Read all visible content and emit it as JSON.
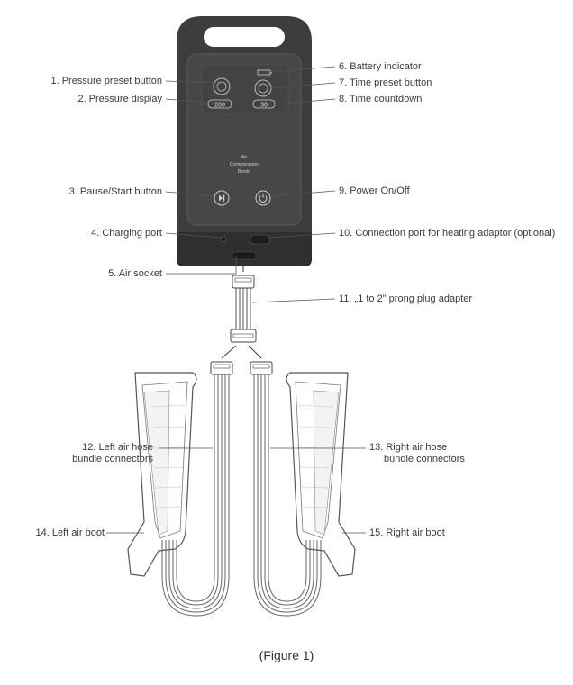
{
  "device": {
    "screen_title_lines": [
      "Air",
      "Compression",
      "Boots"
    ],
    "pressure_value": "200",
    "time_value": "30"
  },
  "labels": {
    "l1": "1. Pressure preset button",
    "l2": "2. Pressure display",
    "l3": "3. Pause/Start button",
    "l4": "4. Charging port",
    "l5": "5. Air socket",
    "l6": "6. Battery indicator",
    "l7": "7. Time preset button",
    "l8": "8. Time countdown",
    "l9": "9. Power On/Off",
    "l10": "10. Connection port for heating adaptor (optional)",
    "l11": "11. „1 to 2\" prong plug adapter",
    "l12_line1": "12. Left air hose",
    "l12_line2": "bundle connectors",
    "l13_line1": "13. Right air hose",
    "l13_line2": "bundle connectors",
    "l14": "14. Left air boot",
    "l15": "15. Right air boot"
  },
  "caption": "(Figure 1)",
  "colors": {
    "device_body": "#3b3b3b",
    "device_panel": "#4a4a4a",
    "line": "#555555"
  }
}
